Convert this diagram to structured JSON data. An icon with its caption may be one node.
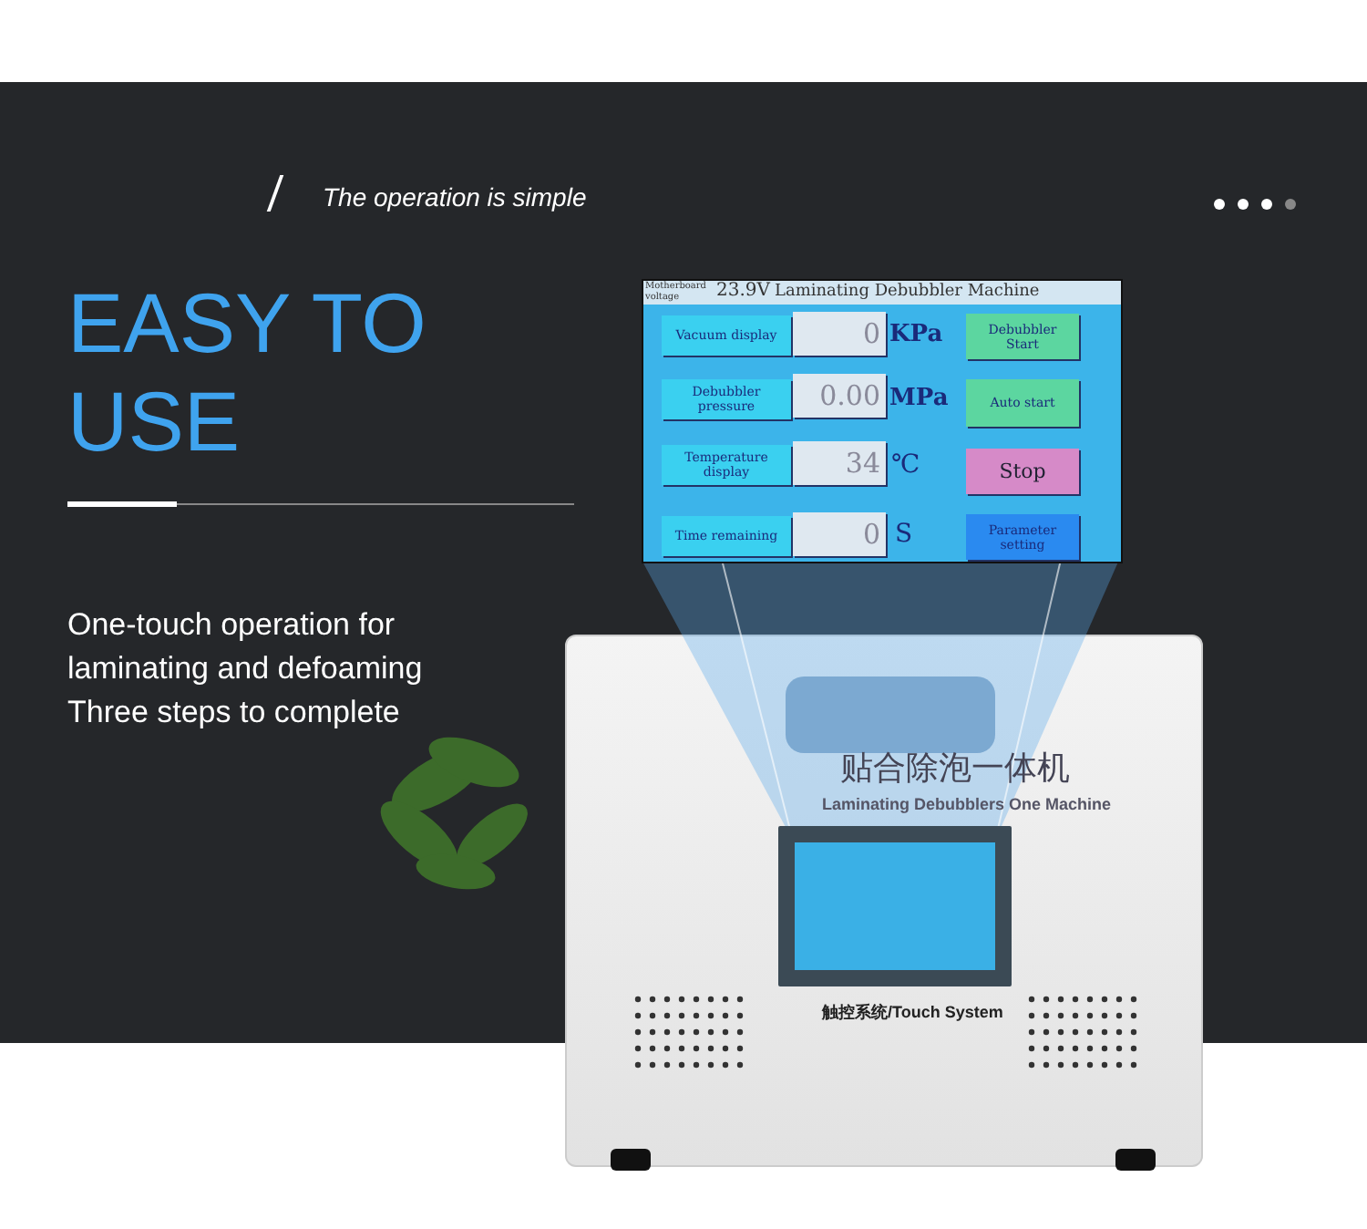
{
  "diagram": {
    "nodes": [
      {
        "text": [
          "Motherboard voltage",
          "23.9V",
          "Laminating Debubbler Machine"
        ]
      },
      {
        "text": [
          "Vacuum display"
        ],
        "in": 0
      },
      {
        "text": [
          "0"
        ],
        "in": 0
      },
      {
        "text": [
          "Debubbler Start"
        ],
        "in": 0
      },
      {
        "text": [
          "Debubbler pressure"
        ],
        "in": 0
      },
      {
        "text": [
          "0.00"
        ],
        "in": 0
      },
      {
        "text": [
          "Auto start"
        ],
        "in": 0
      },
      {
        "text": [
          "Temperature display"
        ],
        "in": 0
      },
      {
        "text": [
          "34"
        ],
        "in": 0
      },
      {
        "text": [
          "Stop"
        ],
        "in": 0
      },
      {
        "text": [
          "Time remaining"
        ],
        "in": 0
      },
      {
        "text": [
          "0"
        ],
        "in": 0
      },
      {
        "text": [
          "Parameter setting"
        ],
        "in": 0
      },
      {
        "text": [
          "贴合除泡一体机",
          "Laminating Debubblers One Machine",
          "触控系统/Touch System"
        ]
      },
      {
        "text": [],
        "shape": "box",
        "in": 13
      }
    ],
    "edges": [],
    "labels": [
      "The operation is simple",
      "EASY TO USE",
      "KPa",
      "MPa",
      "℃",
      "S",
      "One-touch operation for laminating and defoaming",
      "Three steps to complete"
    ]
  }
}
